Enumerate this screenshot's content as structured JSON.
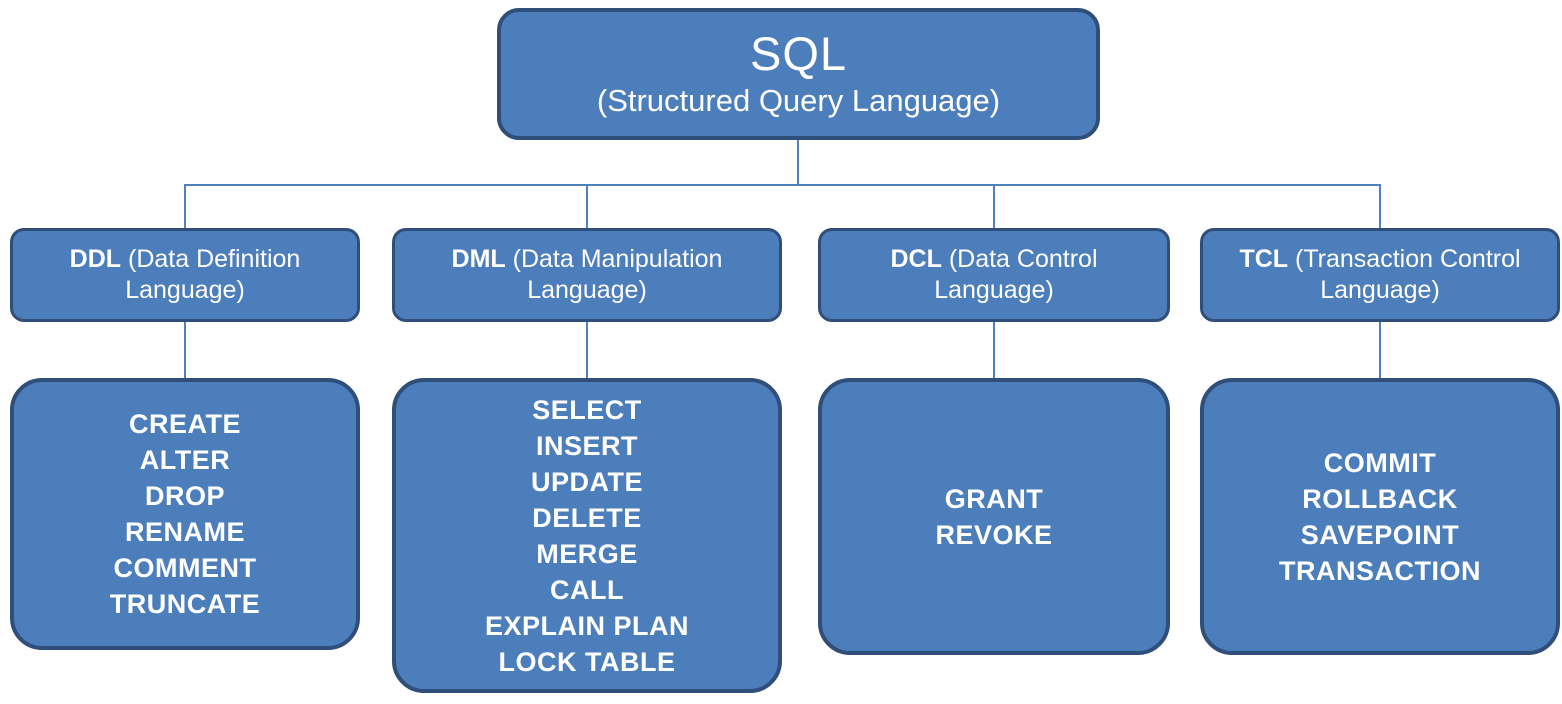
{
  "diagram": {
    "root": {
      "title": "SQL",
      "subtitle": "(Structured Query Language)"
    },
    "colors": {
      "box_fill": "#4d7ebc",
      "box_border": "#2f4e79",
      "connector": "#4f81bd",
      "text": "#ffffff"
    },
    "branches": [
      {
        "acronym": "DDL",
        "name": "(Data Definition Language)",
        "commands": [
          "CREATE",
          "ALTER",
          "DROP",
          "RENAME",
          "COMMENT",
          "TRUNCATE"
        ]
      },
      {
        "acronym": "DML",
        "name": "(Data Manipulation Language)",
        "commands": [
          "SELECT",
          "INSERT",
          "UPDATE",
          "DELETE",
          "MERGE",
          "CALL",
          "EXPLAIN PLAN",
          "LOCK TABLE"
        ]
      },
      {
        "acronym": "DCL",
        "name": "(Data Control Language)",
        "commands": [
          "GRANT",
          "REVOKE"
        ]
      },
      {
        "acronym": "TCL",
        "name": "(Transaction Control Language)",
        "commands": [
          "COMMIT",
          "ROLLBACK",
          "SAVEPOINT",
          "TRANSACTION"
        ]
      }
    ]
  }
}
